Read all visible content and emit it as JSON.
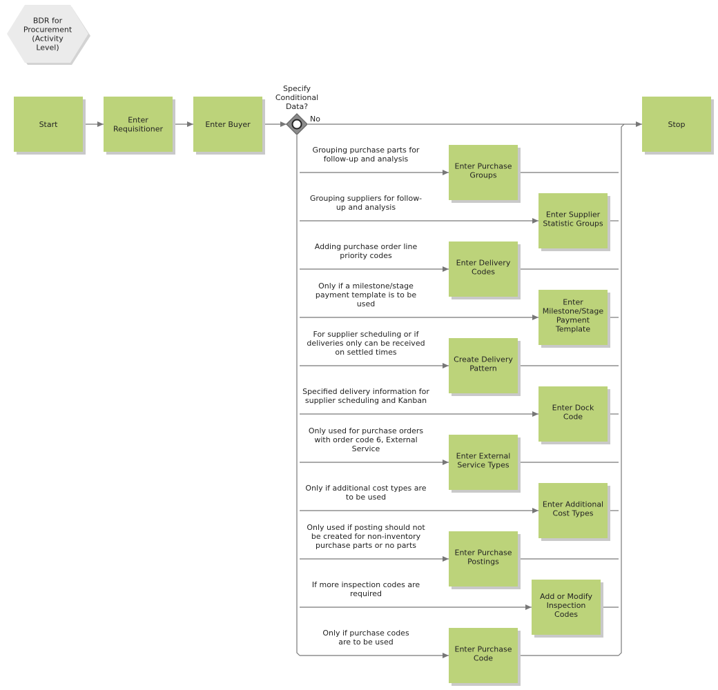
{
  "title": [
    "BDR for",
    "Procurement",
    "(Activity",
    "Level)"
  ],
  "main_flow": [
    {
      "id": "start",
      "label": [
        "Start"
      ]
    },
    {
      "id": "enter-requisitioner",
      "label": [
        "Enter",
        "Requisitioner"
      ]
    },
    {
      "id": "enter-buyer",
      "label": [
        "Enter Buyer"
      ]
    }
  ],
  "gateway": {
    "label": [
      "Specify",
      "Conditional",
      "Data?"
    ],
    "no_label": "No"
  },
  "stop": {
    "label": [
      "Stop"
    ]
  },
  "branches": [
    {
      "condition": [
        "Grouping purchase parts for",
        "follow-up and analysis"
      ],
      "activity": [
        "Enter Purchase",
        "Groups"
      ]
    },
    {
      "condition": [
        "Grouping suppliers for follow-",
        "up and analysis"
      ],
      "activity": [
        "Enter Supplier",
        "Statistic Groups"
      ]
    },
    {
      "condition": [
        "Adding purchase order line",
        "priority codes"
      ],
      "activity": [
        "Enter Delivery",
        "Codes"
      ]
    },
    {
      "condition": [
        "Only if a milestone/stage",
        "payment template is to be",
        "used"
      ],
      "activity": [
        "Enter",
        "Milestone/Stage",
        "Payment",
        "Template"
      ]
    },
    {
      "condition": [
        "For supplier scheduling or if",
        "deliveries only can be received",
        "on settled times"
      ],
      "activity": [
        "Create Delivery",
        "Pattern"
      ]
    },
    {
      "condition": [
        "Specified delivery information for",
        "supplier scheduling and Kanban"
      ],
      "activity": [
        "Enter Dock",
        "Code"
      ]
    },
    {
      "condition": [
        "Only used for purchase orders",
        "with order code 6, External",
        "Service"
      ],
      "activity": [
        "Enter External",
        "Service Types"
      ]
    },
    {
      "condition": [
        "Only if additional cost types are",
        "to be used"
      ],
      "activity": [
        "Enter Additional",
        "Cost Types"
      ]
    },
    {
      "condition": [
        "Only used if posting should not",
        "be created for non-inventory",
        "purchase parts or no parts"
      ],
      "activity": [
        "Enter Purchase",
        "Postings"
      ]
    },
    {
      "condition": [
        "If more inspection codes are",
        "required"
      ],
      "activity": [
        "Add or Modify",
        "Inspection",
        "Codes"
      ]
    },
    {
      "condition": [
        "Only if purchase codes",
        "are to be used"
      ],
      "activity": [
        "Enter Purchase",
        "Code"
      ]
    }
  ]
}
